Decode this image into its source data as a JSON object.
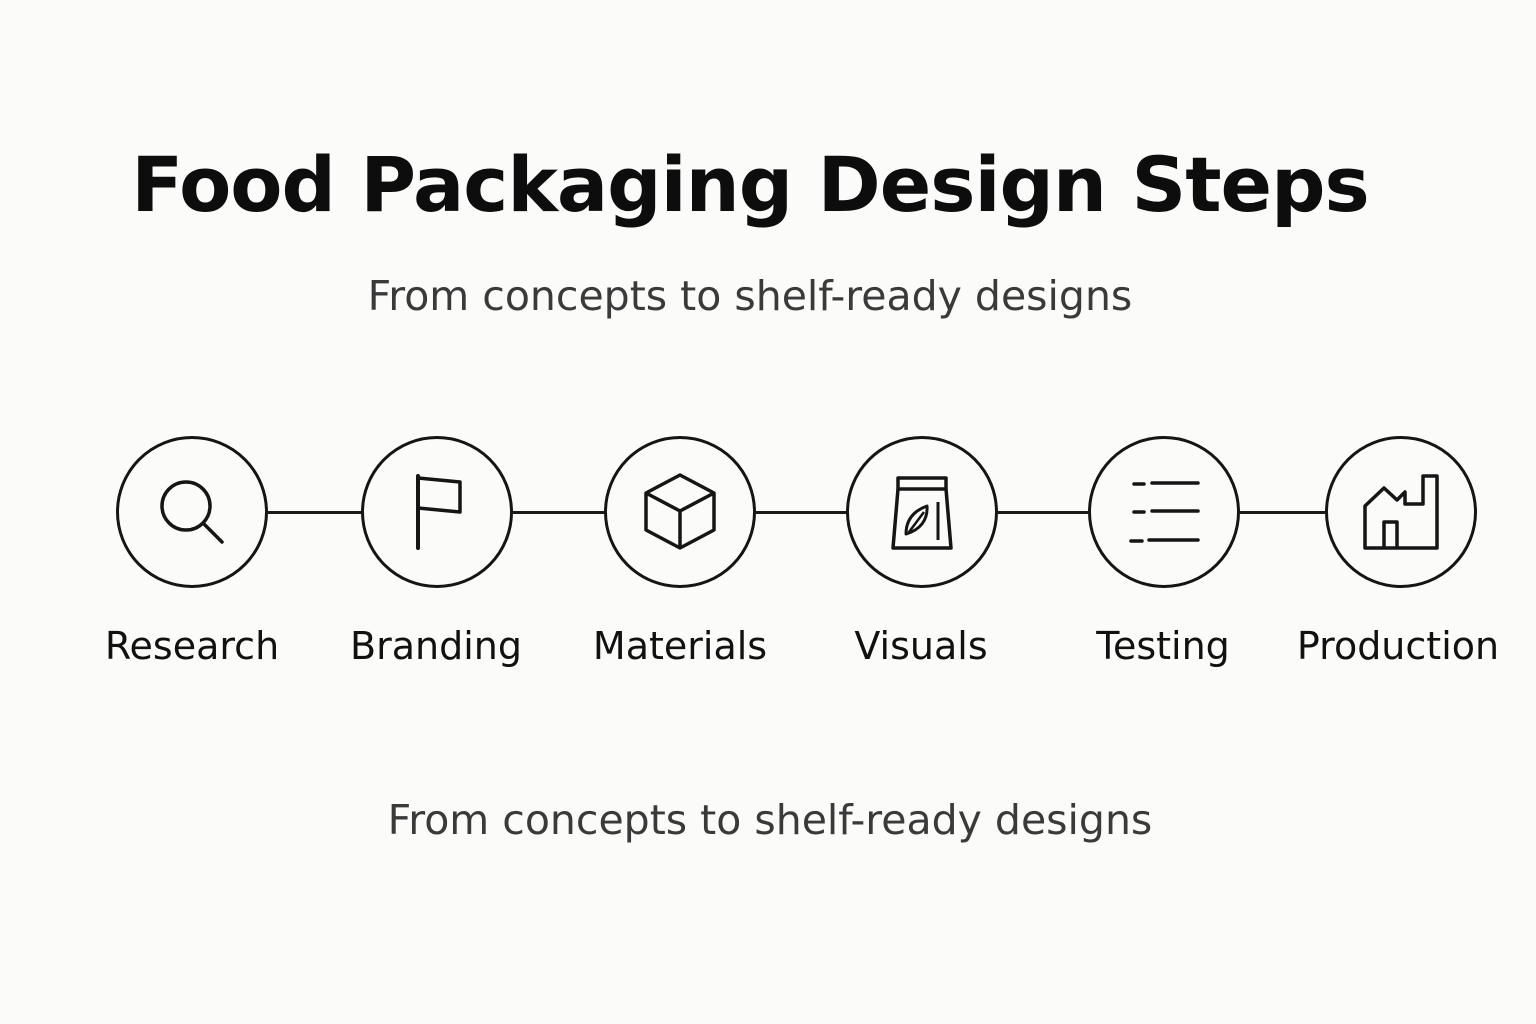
{
  "diagram": {
    "title": "Food Packaging Design Steps",
    "subtitle": "From concepts to shelf-ready designs",
    "footer_text": "From concepts to shelf-ready designs",
    "steps": [
      {
        "label": "Research",
        "icon": "search-icon"
      },
      {
        "label": "Branding",
        "icon": "flag-icon"
      },
      {
        "label": "Materials",
        "icon": "cube-icon"
      },
      {
        "label": "Visuals",
        "icon": "package-bag-icon"
      },
      {
        "label": "Testing",
        "icon": "checklist-icon"
      },
      {
        "label": "Production",
        "icon": "factory-icon"
      }
    ],
    "colors": {
      "background": "#fbfbf9",
      "stroke": "#151515",
      "title": "#0d0d0d",
      "subtitle": "#3a3a3a"
    }
  }
}
